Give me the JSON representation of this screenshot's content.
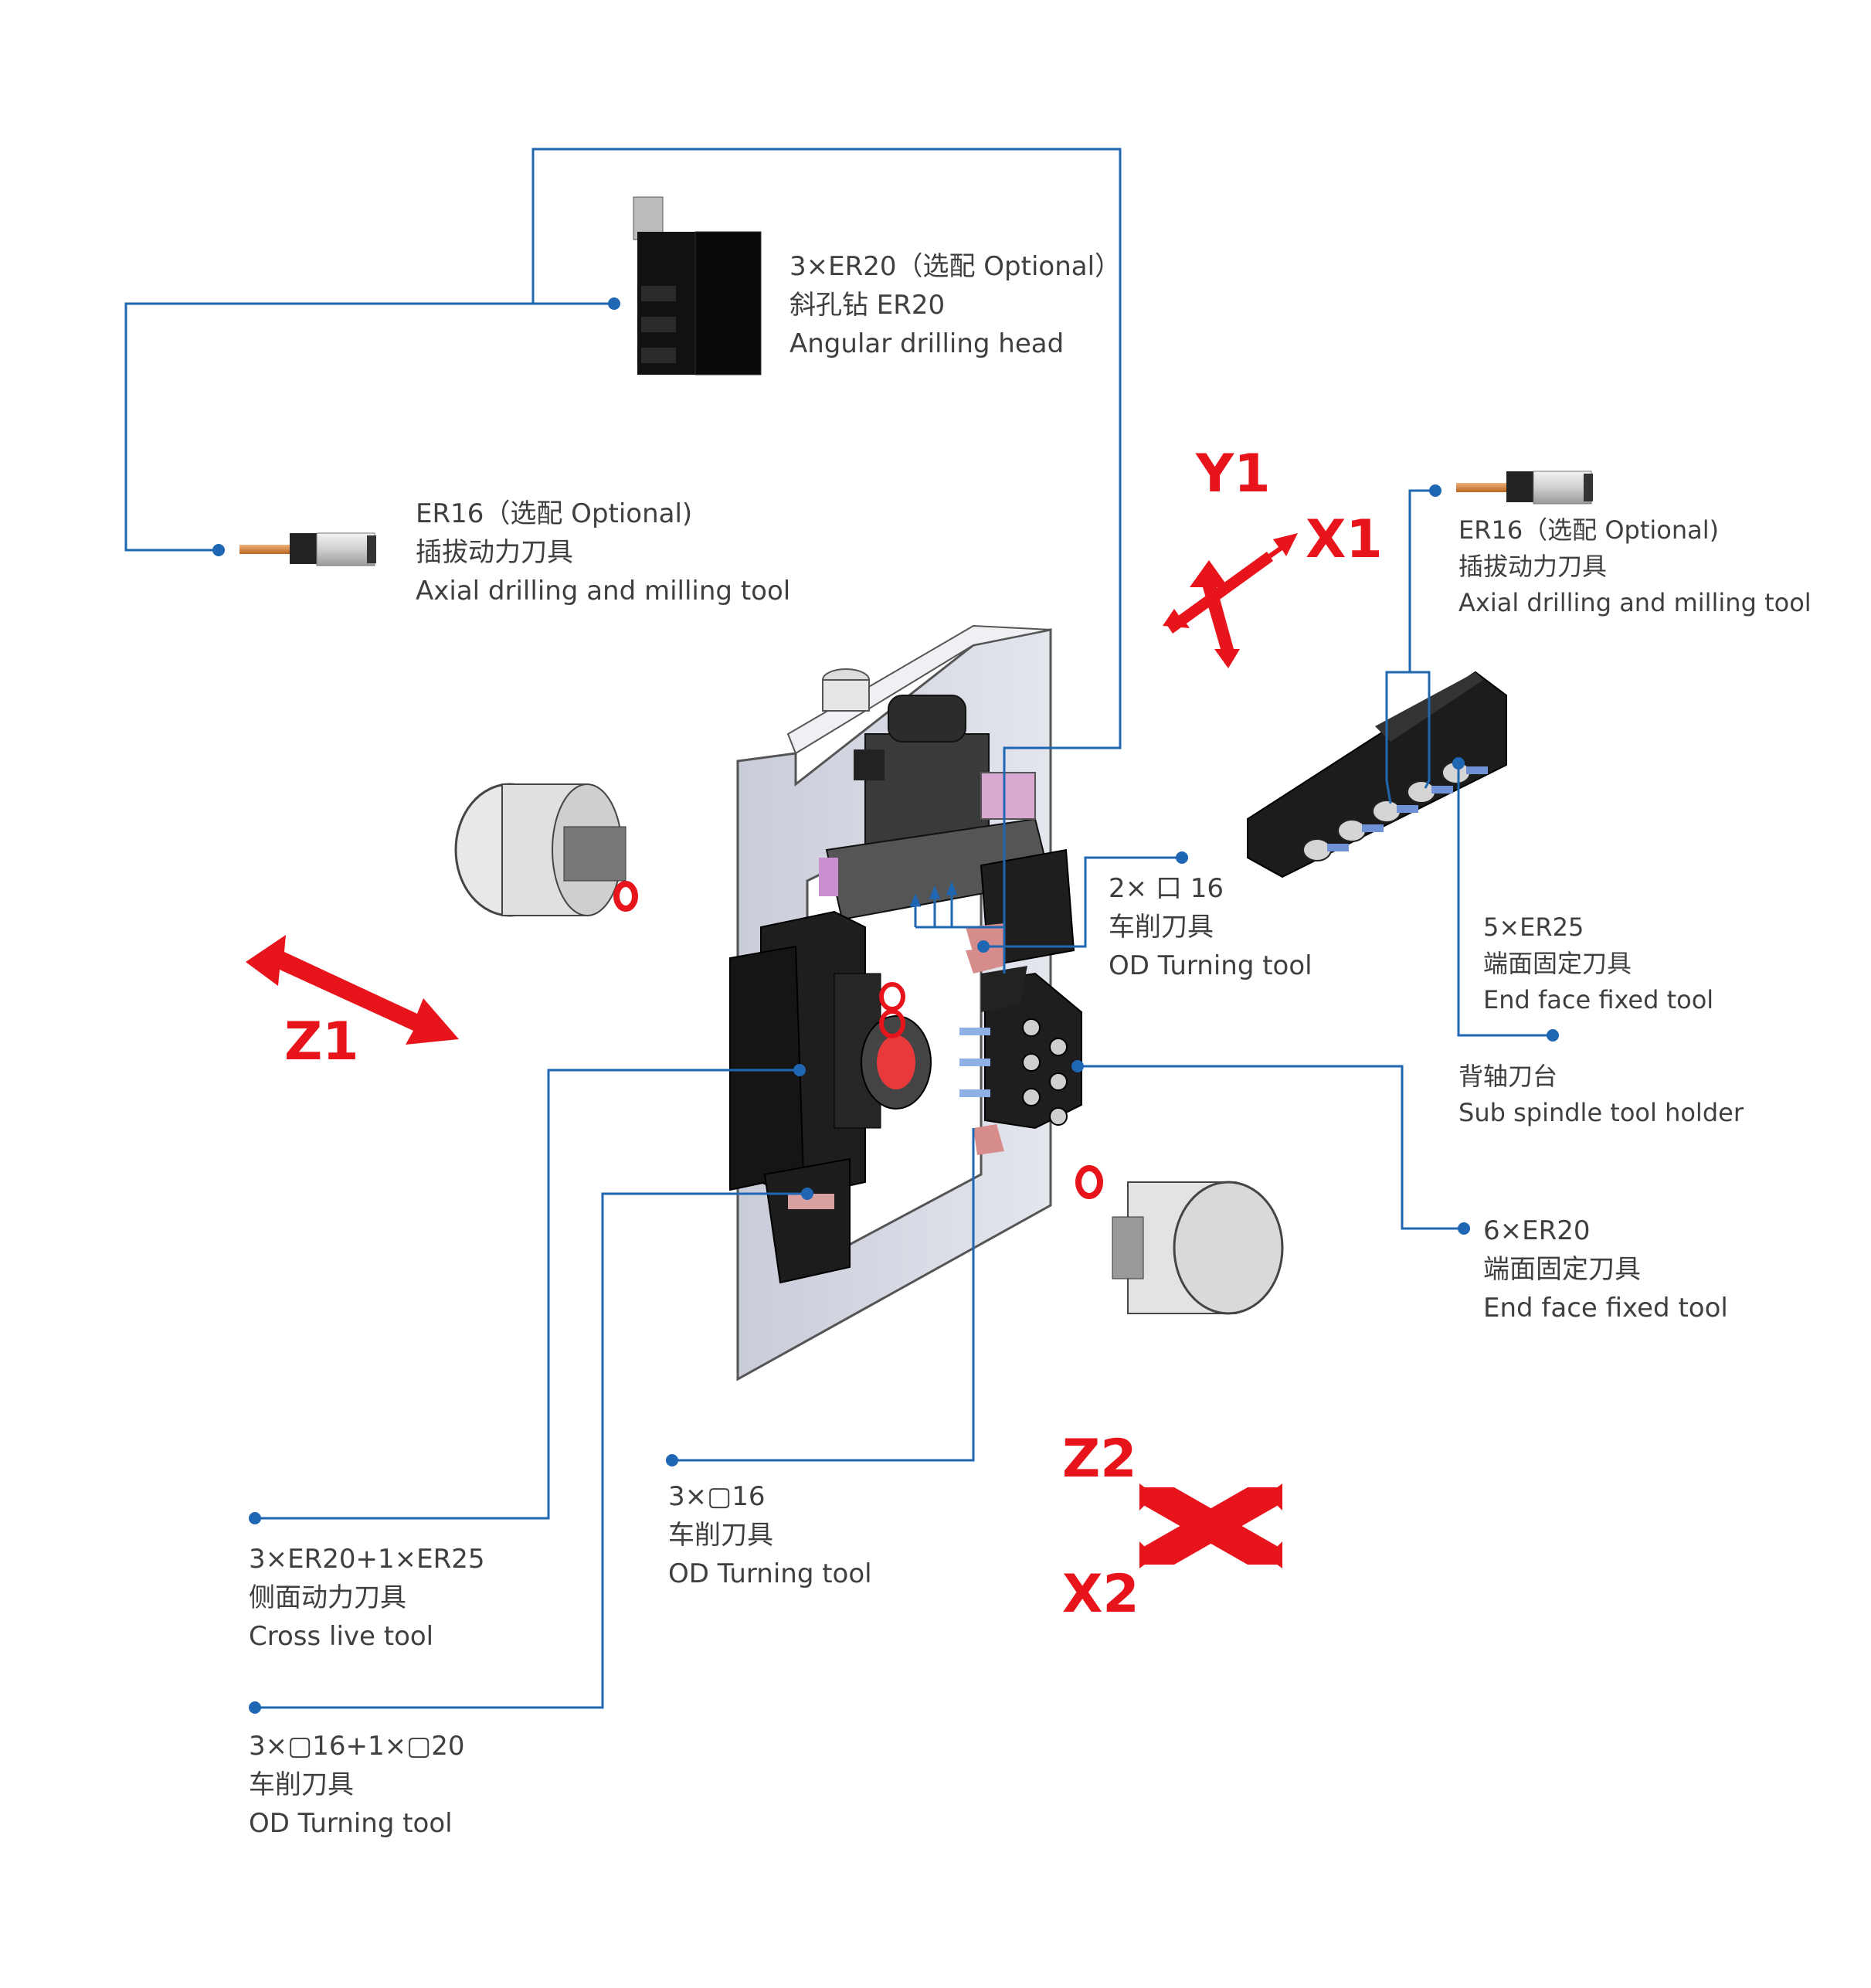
{
  "colors": {
    "leader": "#1f66b3",
    "axis": "#e8141c",
    "text": "#3f3f3f"
  },
  "axes": {
    "y1": "Y1",
    "x1": "X1",
    "z1": "Z1",
    "z2": "Z2",
    "x2": "X2"
  },
  "callouts": {
    "angular_head": {
      "line1": "3×ER20（选配 Optional）",
      "line2": "斜孔钻 ER20",
      "line3": "Angular drilling head"
    },
    "axial_left": {
      "line1": "ER16（选配 Optional)",
      "line2": "插拔动力刀具",
      "line3": "Axial drilling and milling tool"
    },
    "axial_right": {
      "line1": "ER16（选配 Optional)",
      "line2": "插拔动力刀具",
      "line3": "Axial drilling and milling tool"
    },
    "od_2x16": {
      "line1": "2× 口 16",
      "line2": "车削刀具",
      "line3": "OD Turning tool"
    },
    "end_5xer25": {
      "line1": "5×ER25",
      "line2": "端面固定刀具",
      "line3": "End face fixed tool"
    },
    "sub_spindle": {
      "line1": "背轴刀台",
      "line2": "Sub spindle tool holder"
    },
    "end_6xer20": {
      "line1": "6×ER20",
      "line2": "端面固定刀具",
      "line3": "End face fixed tool"
    },
    "od_3x16": {
      "line1": "3×▢16",
      "line2": "车削刀具",
      "line3": "OD Turning tool"
    },
    "cross_live": {
      "line1": "3×ER20+1×ER25",
      "line2": "侧面动力刀具",
      "line3": "Cross live tool"
    },
    "od_combo": {
      "line1": "3×▢16+1×▢20",
      "line2": "车削刀具",
      "line3": "OD Turning tool"
    }
  }
}
